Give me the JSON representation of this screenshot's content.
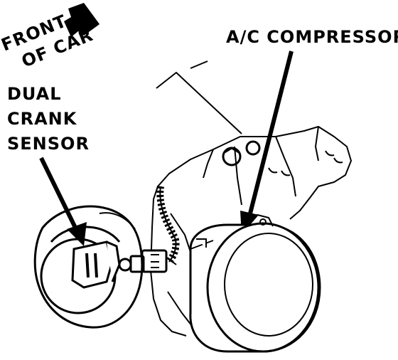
{
  "labels": {
    "front_of_car_line1": "FRONT",
    "front_of_car_line2": "OF CAR",
    "ac_compressor": "A/C COMPRESSOR",
    "sensor_line1": "DUAL",
    "sensor_line2": "CRANK",
    "sensor_line3": "SENSOR"
  },
  "colors": {
    "ink": "#000000",
    "paper": "#ffffff"
  },
  "icons": {
    "direction_arrow": "front-direction-arrow-icon"
  }
}
